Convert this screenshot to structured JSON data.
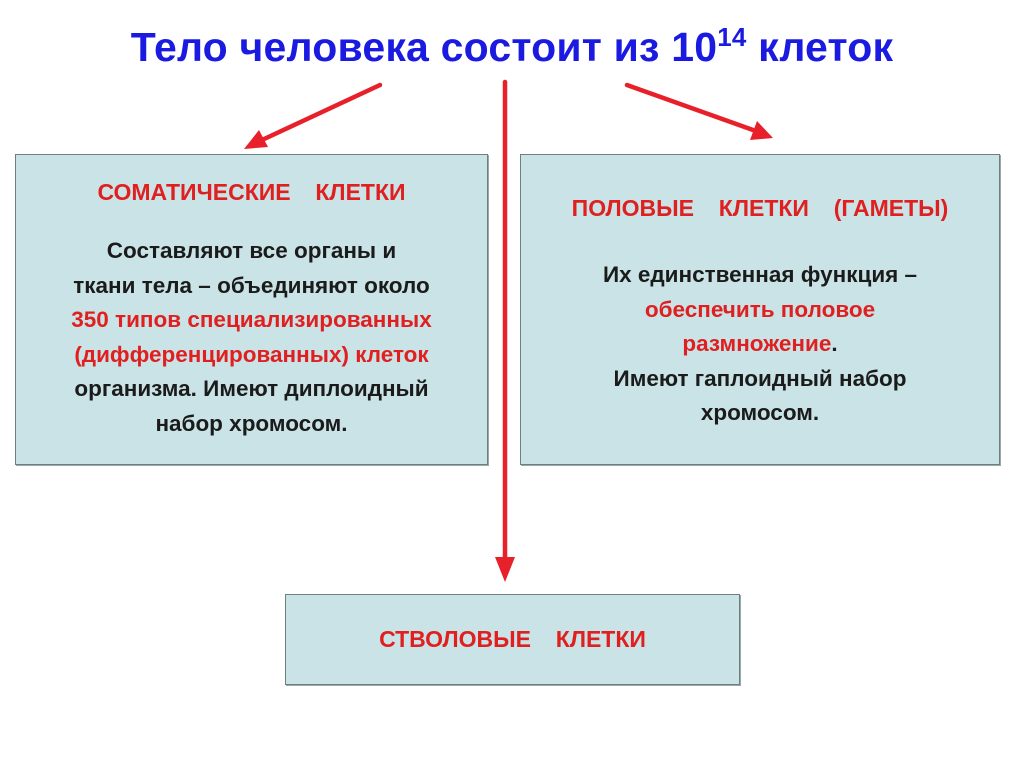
{
  "title": {
    "text_before": "Тело человека состоит из 10",
    "exponent": "14",
    "text_after": " клеток"
  },
  "colors": {
    "title": "#1a1ae0",
    "accent_red": "#e02020",
    "box_fill": "#c9e3e6",
    "box_border": "#6d7f82",
    "body_text": "#1b1b1b"
  },
  "somatic": {
    "heading": "СОМАТИЧЕСКИЕ  КЛЕТКИ",
    "line1": "Составляют все органы и",
    "line2": "ткани тела – объединяют около",
    "line3": "350 типов специализированных",
    "line4": "(дифференцированных) клеток",
    "line5": "организма.  Имеют диплоидный",
    "line6": "набор хромосом."
  },
  "germ": {
    "heading": "ПОЛОВЫЕ  КЛЕТКИ  (ГАМЕТЫ)",
    "line1": "Их единственная функция –",
    "line2": "обеспечить половое",
    "line3": "размножение",
    "line3_period": ".",
    "line4": "Имеют гаплоидный набор",
    "line5": "хромосом."
  },
  "stem": {
    "heading": "СТВОЛОВЫЕ  КЛЕТКИ"
  }
}
